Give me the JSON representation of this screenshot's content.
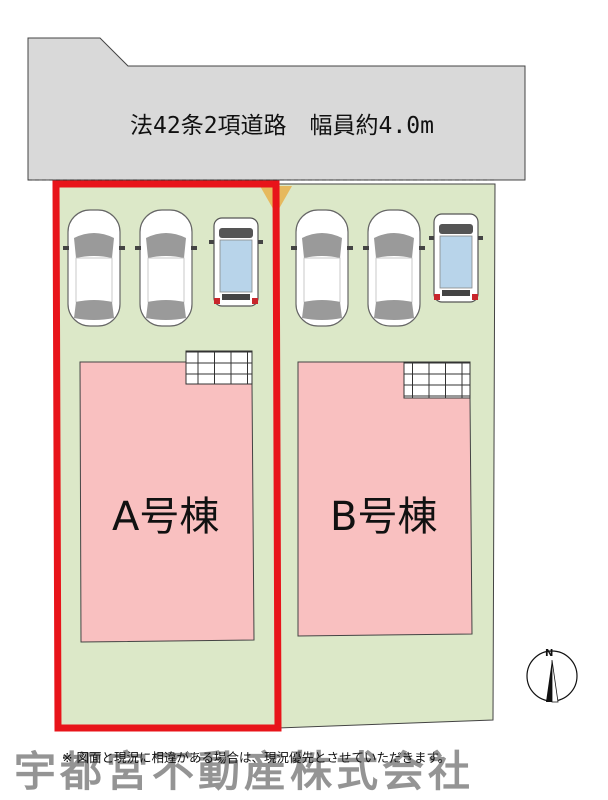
{
  "road": {
    "label": "法42条2項道路　幅員約4.0m",
    "fill": "#d9d9d9"
  },
  "lots": {
    "fill": "#dce8c8",
    "a": {
      "label": "A号棟",
      "fill": "#f9c0c0",
      "highlight": "#e8141a"
    },
    "b": {
      "label": "B号棟",
      "fill": "#f9c0c0"
    }
  },
  "note": "※ 図面と現況に相違がある場合は、現況優先とさせていただきます。",
  "watermark": "宇都宮不動産株式会社",
  "compass": {
    "label": "N"
  }
}
